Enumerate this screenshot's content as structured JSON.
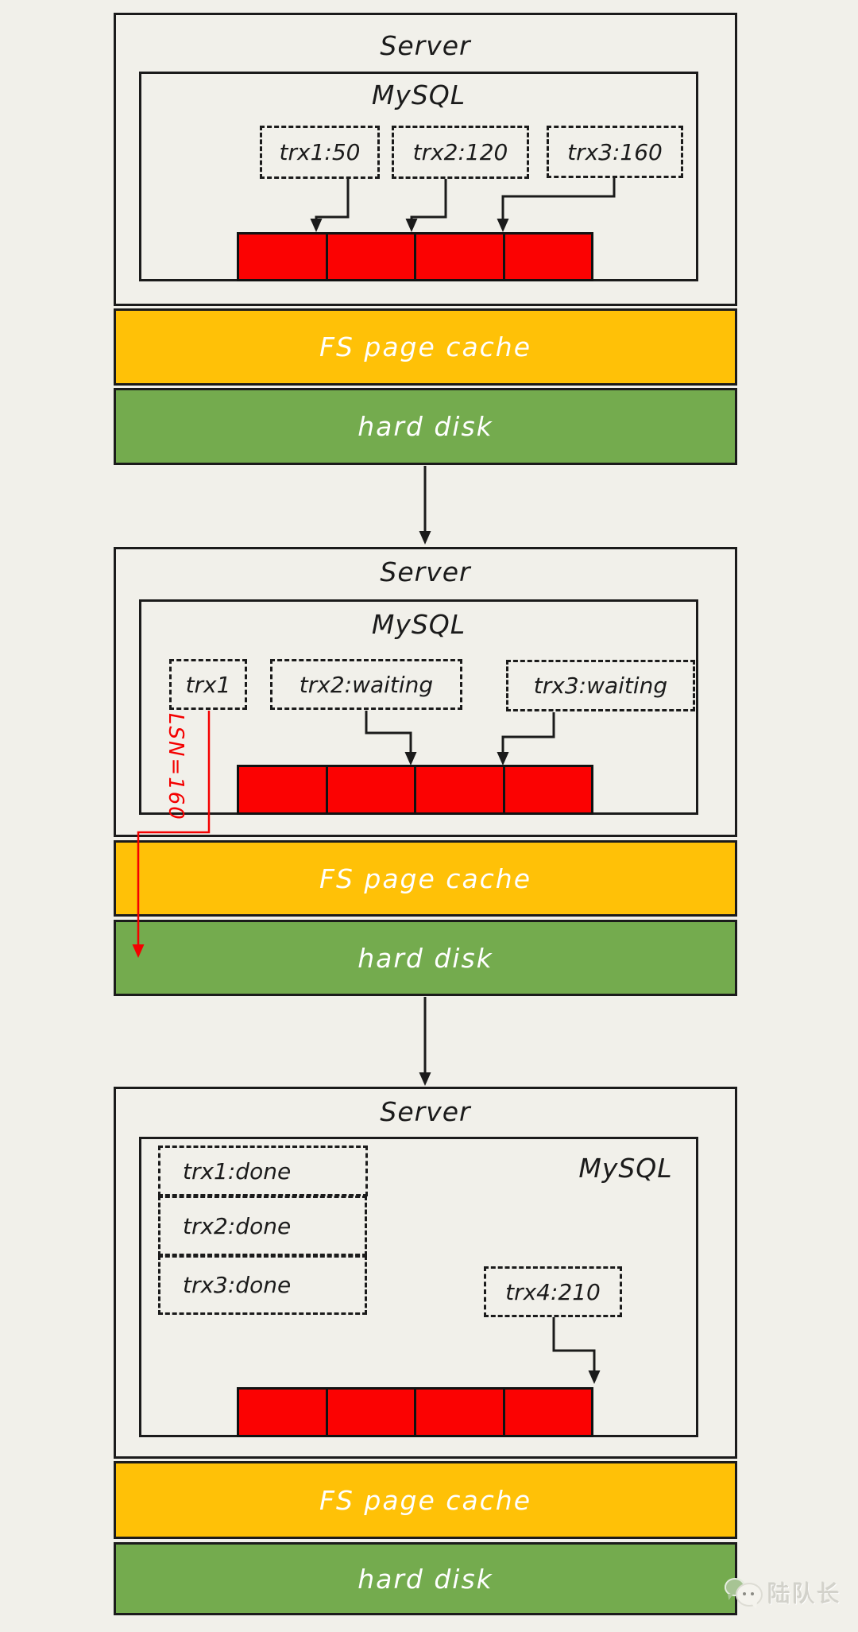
{
  "palette": {
    "line": "#1b1b1b",
    "red": "#fb0202",
    "accent_red": "#f40000",
    "yellow": "#ffc107",
    "green": "#74ab4e",
    "bar_text": "#ffffff",
    "bg": "#f1f0ea",
    "watermark": "#d3d2cb"
  },
  "sections": [
    {
      "server_label": "Server",
      "mysql_label": "MySQL",
      "trx_boxes": [
        {
          "label": "trx1:50"
        },
        {
          "label": "trx2:120"
        },
        {
          "label": "trx3:160"
        }
      ],
      "log_buffer_cells": 4,
      "fs_cache_label": "FS page cache",
      "hard_disk_label": "hard disk"
    },
    {
      "server_label": "Server",
      "mysql_label": "MySQL",
      "trx_boxes": [
        {
          "label": "trx1"
        },
        {
          "label": "trx2:waiting"
        },
        {
          "label": "trx3:waiting"
        }
      ],
      "lsn_label": "LSN=160",
      "log_buffer_cells": 4,
      "fs_cache_label": "FS page cache",
      "hard_disk_label": "hard disk"
    },
    {
      "server_label": "Server",
      "mysql_label": "MySQL",
      "trx_done_boxes": [
        {
          "label": "trx1:done"
        },
        {
          "label": "trx2:done"
        },
        {
          "label": "trx3:done"
        }
      ],
      "trx4_box": {
        "label": "trx4:210"
      },
      "log_buffer_cells": 4,
      "fs_cache_label": "FS page cache",
      "hard_disk_label": "hard disk"
    }
  ],
  "watermark": {
    "icon": "wechat-icon",
    "text": "陆队长"
  }
}
